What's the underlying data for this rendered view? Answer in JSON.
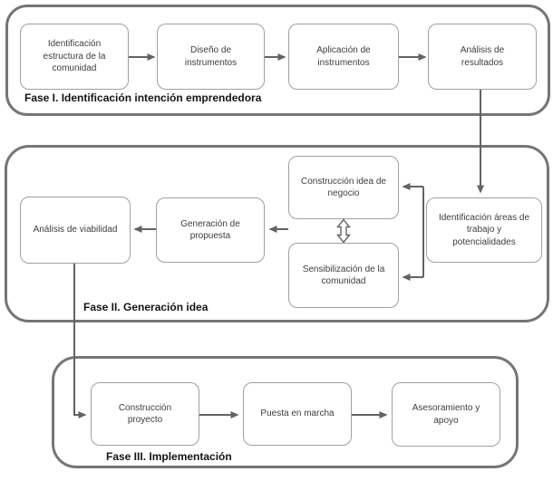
{
  "colors": {
    "background": "#ffffff",
    "phase_container_border": "#757575",
    "node_border": "#a0a0a0",
    "node_fill": "#ffffff",
    "connector": "#636363",
    "node_text": "#3d3d3d",
    "phase_label_text": "#141414"
  },
  "phases": [
    {
      "label": "Fase I. Identificación intención emprendedora",
      "boxes": [
        "Identificación\nestructura de la\ncomunidad",
        "Diseño de\ninstrumentos",
        "Aplicación de\ninstrumentos",
        "Análisis de\nresultados"
      ]
    },
    {
      "label": "Fase II. Generación idea",
      "boxes": [
        "Análisis de viabilidad",
        "Generación de\npropuesta",
        "Construcción idea de\nnegocio",
        "Sensibilización de la\ncomunidad",
        "Identificación áreas de\ntrabajo y\npotencialidades"
      ]
    },
    {
      "label": "Fase III. Implementación",
      "boxes": [
        "Construcción\nproyecto",
        "Puesta en marcha",
        "Asesoramiento y\napoyo"
      ]
    }
  ],
  "connectors": [
    {
      "from": "Identificación estructura de la comunidad",
      "to": "Diseño de instrumentos",
      "type": "arrow"
    },
    {
      "from": "Diseño de instrumentos",
      "to": "Aplicación de instrumentos",
      "type": "arrow"
    },
    {
      "from": "Aplicación de instrumentos",
      "to": "Análisis de resultados",
      "type": "arrow"
    },
    {
      "from": "Análisis de resultados",
      "to": "Identificación áreas de trabajo y potencialidades",
      "type": "arrow"
    },
    {
      "from": "Identificación áreas de trabajo y potencialidades",
      "to": "Construcción idea de negocio",
      "type": "arrow"
    },
    {
      "from": "Identificación áreas de trabajo y potencialidades",
      "to": "Sensibilización de la comunidad",
      "type": "arrow"
    },
    {
      "from": "Construcción idea de negocio",
      "to": "Sensibilización de la comunidad",
      "type": "double-arrow"
    },
    {
      "from": "Construcción idea de negocio / Sensibilización de la comunidad",
      "to": "Generación de propuesta",
      "type": "arrow"
    },
    {
      "from": "Generación de propuesta",
      "to": "Análisis de viabilidad",
      "type": "arrow"
    },
    {
      "from": "Análisis de viabilidad",
      "to": "Construcción proyecto",
      "type": "elbow-arrow"
    },
    {
      "from": "Construcción proyecto",
      "to": "Puesta en marcha",
      "type": "arrow"
    },
    {
      "from": "Puesta en marcha",
      "to": "Asesoramiento y apoyo",
      "type": "arrow"
    }
  ]
}
